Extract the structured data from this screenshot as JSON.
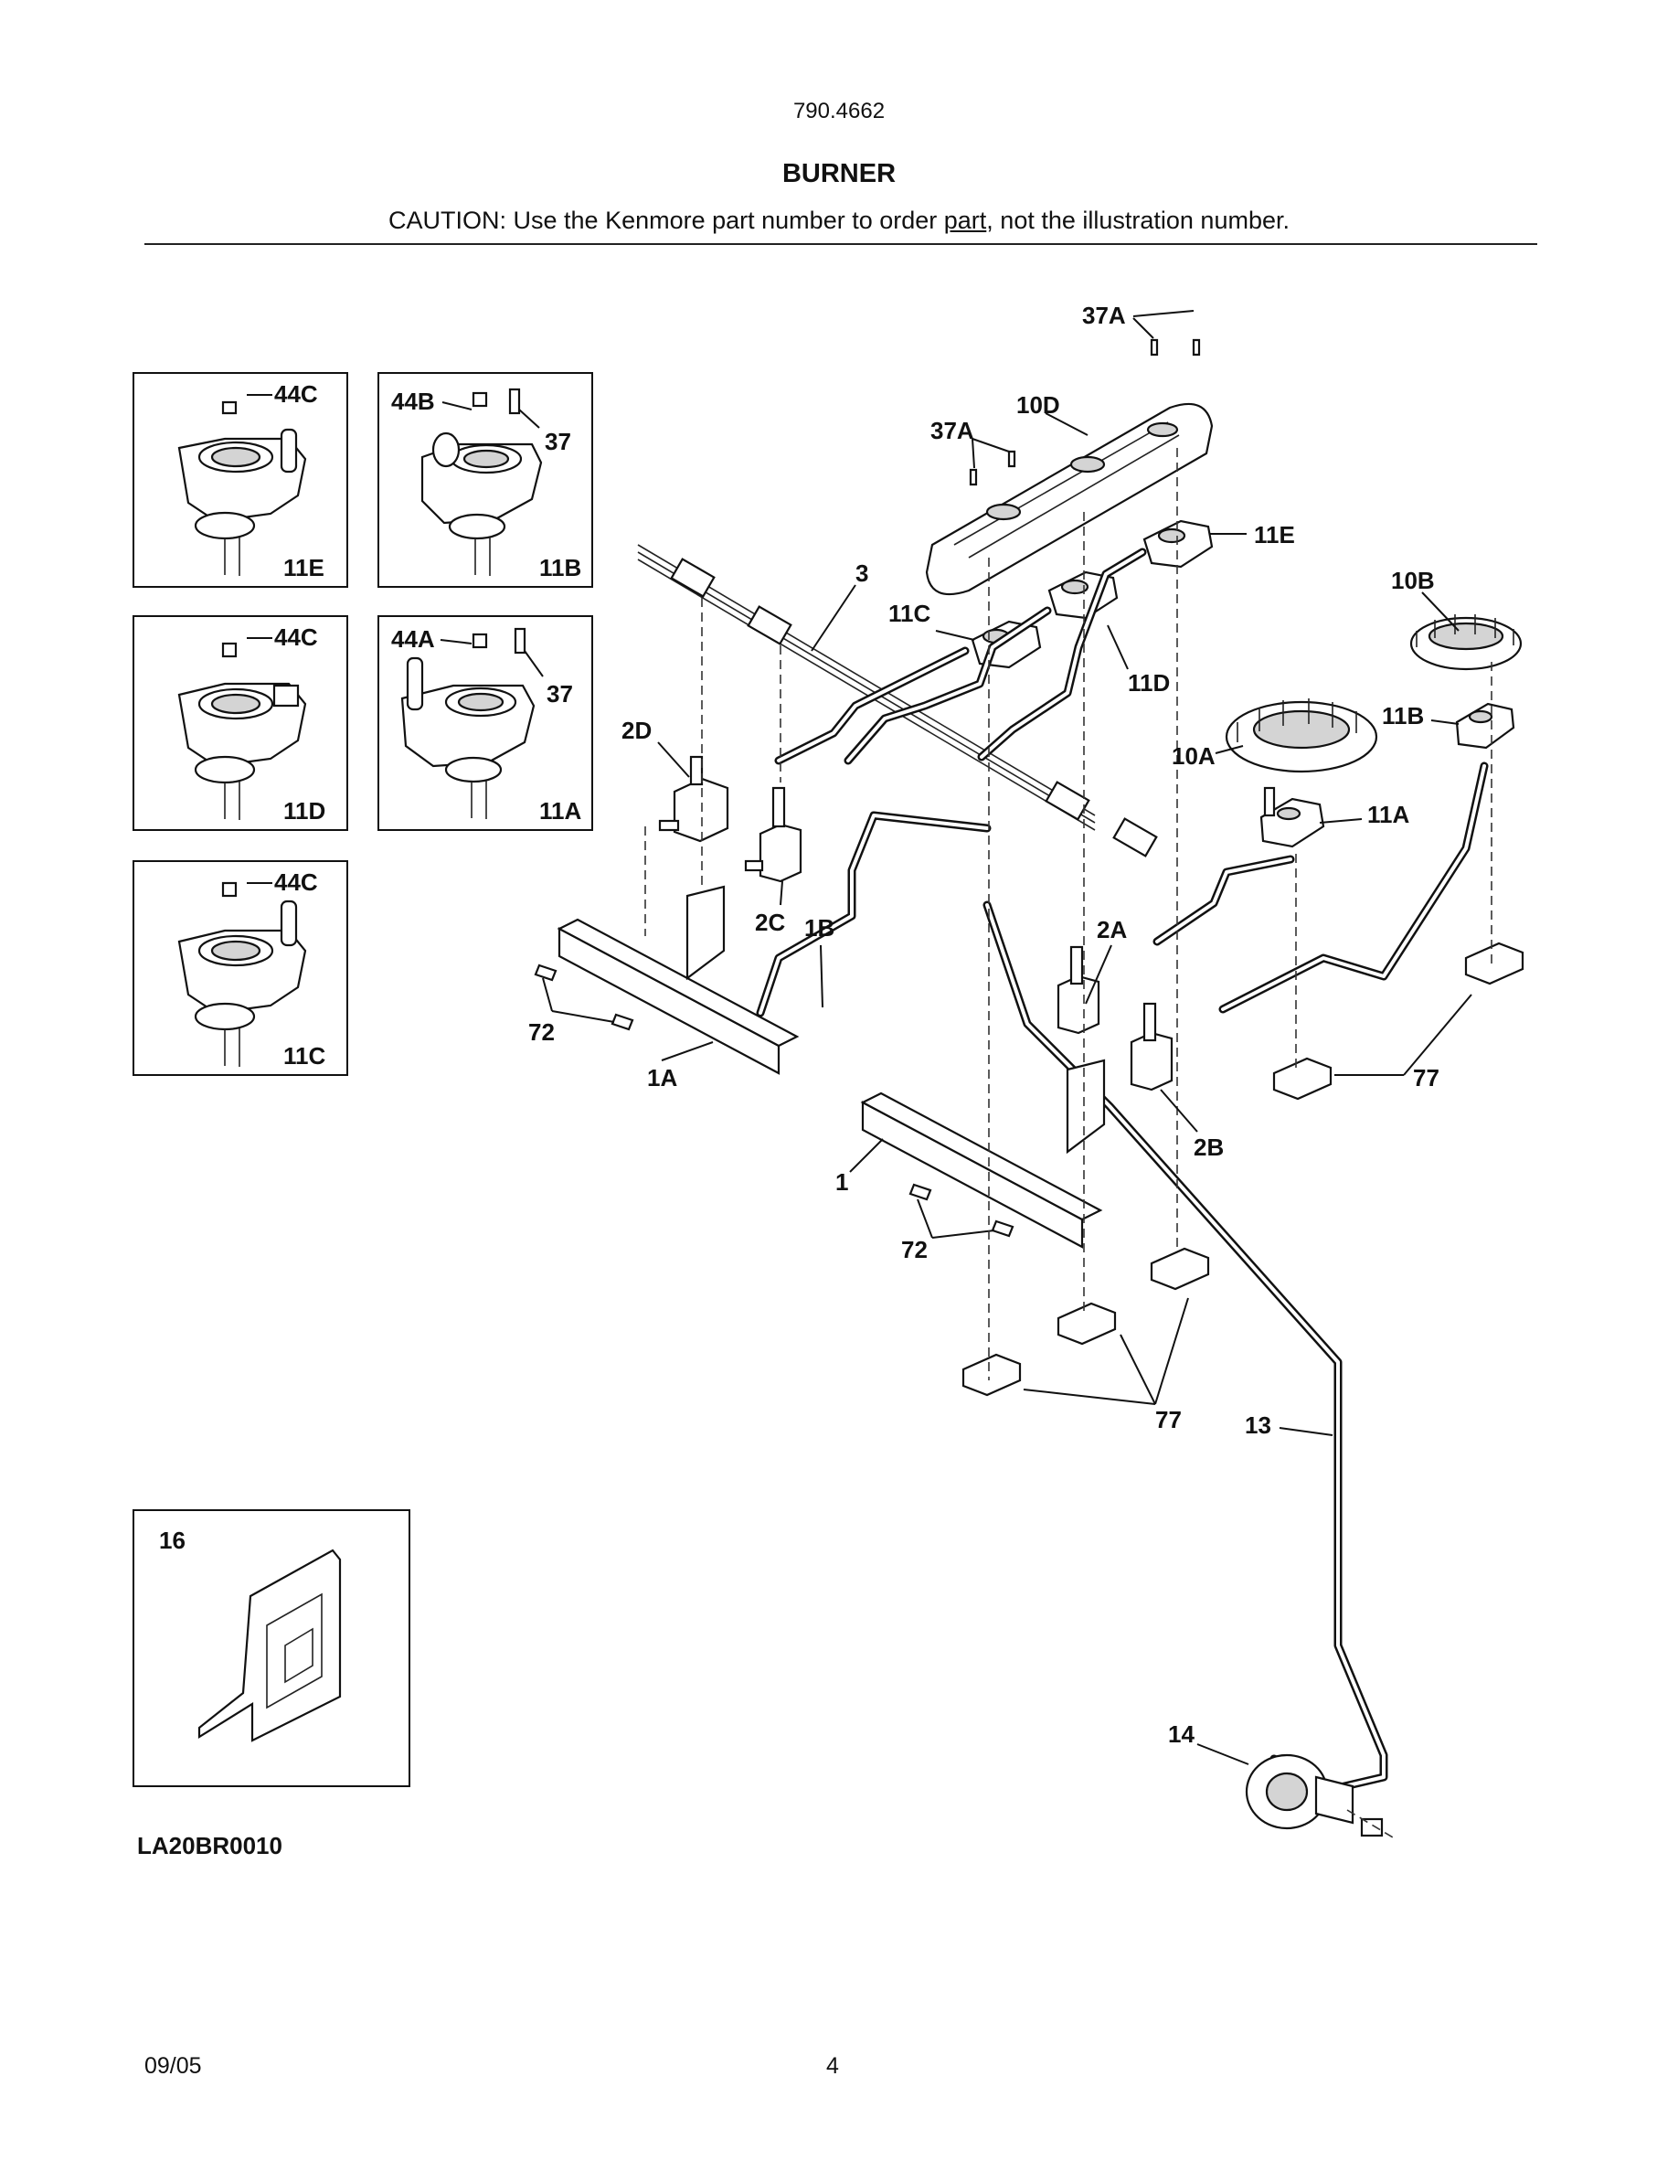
{
  "header": {
    "model": "790.4662",
    "title": "BURNER",
    "caution_before": "CAUTION: Use the Kenmore part number to order ",
    "caution_underlined": "part",
    "caution_after": ", not the illustration number."
  },
  "callouts": {
    "i44c_a": "44C",
    "i11e_box": "11E",
    "i44b": "44B",
    "i37_a": "37",
    "i11b_box": "11B",
    "i44c_b": "44C",
    "i11d_box": "11D",
    "i44a": "44A",
    "i37_b": "37",
    "i11a_box": "11A",
    "i44c_c": "44C",
    "i11c_box": "11C",
    "i16": "16",
    "i37a_top": "37A",
    "i37a_left": "37A",
    "i10d": "10D",
    "i11e": "11E",
    "i3": "3",
    "i11c": "11C",
    "i11d": "11D",
    "i10b": "10B",
    "i2d": "2D",
    "i11b": "11B",
    "i10a": "10A",
    "i11a": "11A",
    "i2c": "2C",
    "i1b": "1B",
    "i2a": "2A",
    "i72_left": "72",
    "i1a": "1A",
    "i77_right": "77",
    "i2b": "2B",
    "i1": "1",
    "i72_mid": "72",
    "i77_mid": "77",
    "i13": "13",
    "i14": "14"
  },
  "footer": {
    "drawing_code": "LA20BR0010",
    "date": "09/05",
    "page_number": "4"
  }
}
